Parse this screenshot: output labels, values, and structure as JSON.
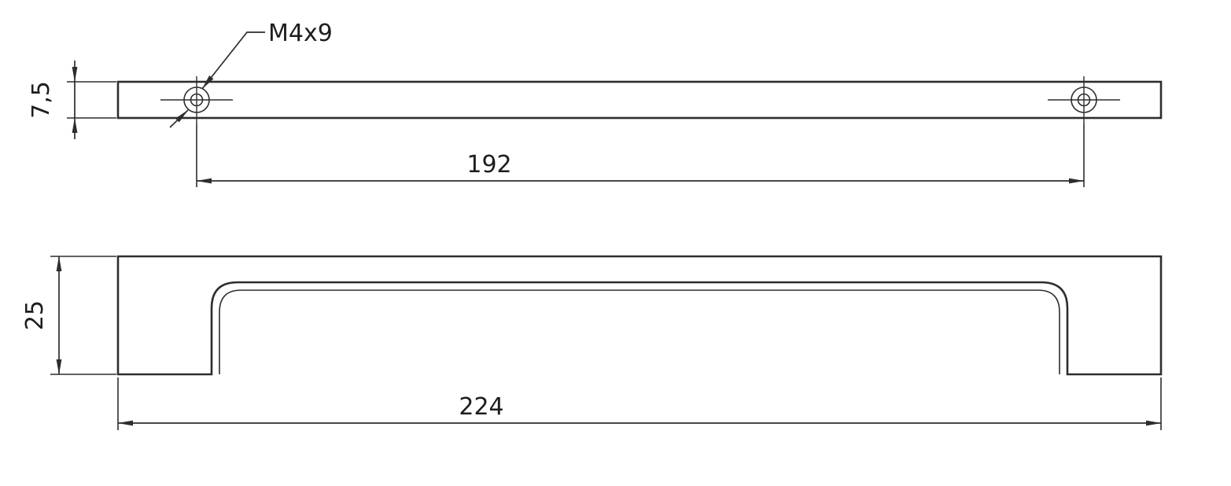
{
  "drawing": {
    "labels": {
      "thread_callout": "M4x9",
      "dim_hole_spacing": "192",
      "dim_bar_thickness": "7,5",
      "dim_handle_height": "25",
      "dim_overall_length": "224"
    },
    "colors": {
      "line": "#2d2d2d",
      "background": "#ffffff"
    }
  }
}
